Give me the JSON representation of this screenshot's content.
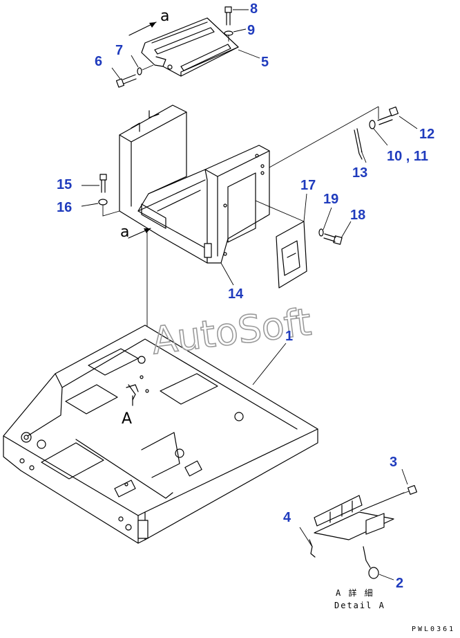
{
  "watermark": "AutoSoft",
  "drawing_code": "PWL0361",
  "view_labels": {
    "a_top": "a",
    "a_mid": "a",
    "A_main": "A",
    "detail_ja": "A 詳 細",
    "detail_en": "Detail A"
  },
  "callouts": {
    "n1": "1",
    "n2": "2",
    "n3": "3",
    "n4": "4",
    "n5": "5",
    "n6": "6",
    "n7": "7",
    "n8": "8",
    "n9": "9",
    "n10_11": "10 , 11",
    "n12": "12",
    "n13": "13",
    "n14": "14",
    "n15": "15",
    "n16": "16",
    "n17": "17",
    "n18": "18",
    "n19": "19"
  },
  "colors": {
    "callout": "#1f3bbd",
    "line": "#000000",
    "watermark": "#9a9a9a"
  }
}
